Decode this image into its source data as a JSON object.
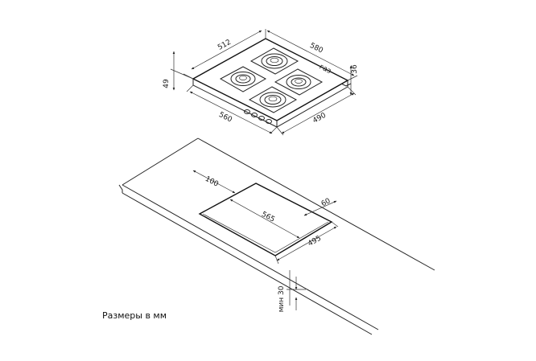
{
  "hob": {
    "dim_top_left": "512",
    "dim_top_right": "580",
    "dim_height_right": "36",
    "dim_height_left": "49",
    "dim_front_left": "560",
    "dim_front_right": "490",
    "gas_label": "газ"
  },
  "cutout": {
    "dim_back_offset": "100",
    "dim_side_offset": "60",
    "dim_width": "565",
    "dim_depth": "495",
    "dim_min_thickness": "мин 30"
  },
  "caption": "Размеры в мм",
  "colors": {
    "line": "#222222",
    "background": "#ffffff"
  }
}
